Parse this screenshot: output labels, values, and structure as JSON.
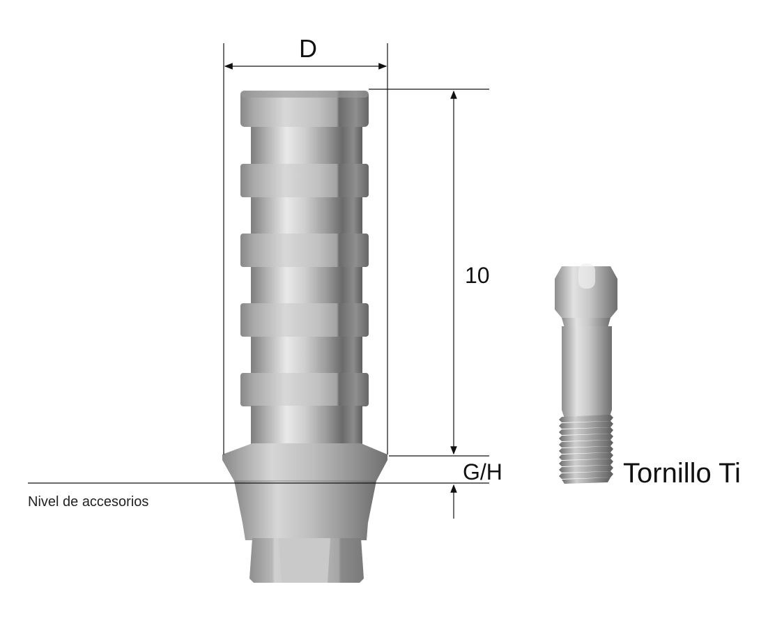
{
  "labels": {
    "diameter": "D",
    "height": "10",
    "gingival_height": "G/H",
    "screw": "Tornillo Ti",
    "accessory_level": "Nivel de accesorios"
  },
  "colors": {
    "metal_light": "#e4e4e4",
    "metal_mid": "#b5b5b5",
    "metal_dark": "#6e6e6e",
    "dimension_lines": "#111111"
  },
  "parts": {
    "abutment_rings": 5,
    "screw_thread_turns": 10
  }
}
